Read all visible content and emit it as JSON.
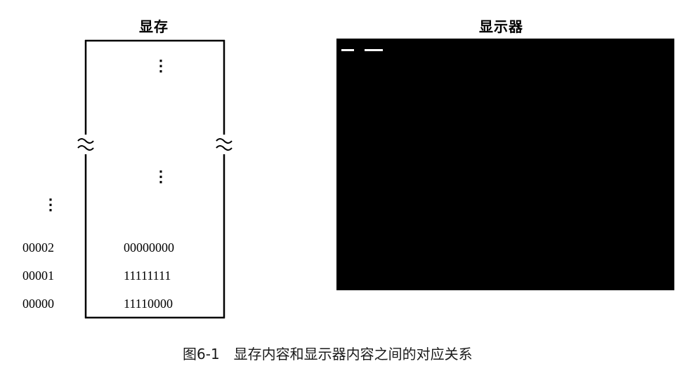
{
  "memory": {
    "title": "显存",
    "ellipsis": "⋮",
    "addresses": [
      "00002",
      "00001",
      "00000"
    ],
    "values": [
      "00000000",
      "11111111",
      "11110000"
    ]
  },
  "display": {
    "title": "显示器"
  },
  "caption": "图6-1　显存内容和显示器内容之间的对应关系"
}
